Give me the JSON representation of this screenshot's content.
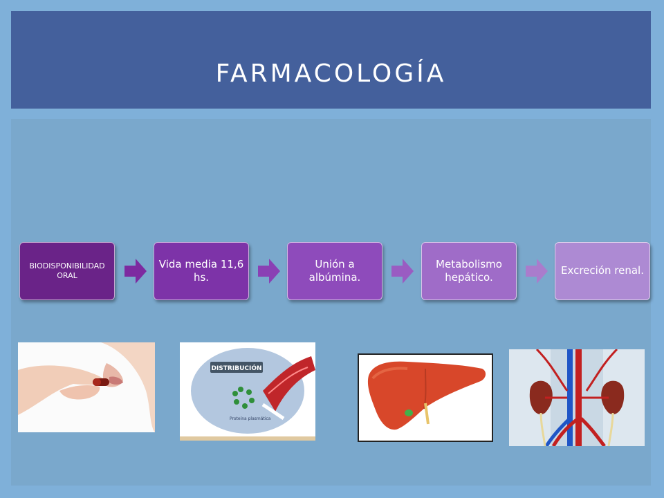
{
  "header": {
    "title": "FARMACOLOGÍA"
  },
  "flow": {
    "steps": [
      {
        "label": "BIODISPONIBILIDAD ORAL",
        "color": "#6a2388"
      },
      {
        "label": "Vida media 11,6 hs.",
        "color": "#7d33a8"
      },
      {
        "label": "Unión a albúmina.",
        "color": "#8e4bbb"
      },
      {
        "label": "Metabolismo hepático.",
        "color": "#9f6cc8"
      },
      {
        "label": "Excreción renal.",
        "color": "#ad8ad3"
      }
    ],
    "arrow_colors": [
      "#7d2aa0",
      "#8a40b4",
      "#9a5cc2",
      "#aa7ccc"
    ]
  },
  "images": {
    "distribucion_label": "DISTRIBUCIÓN",
    "proteina_label": "Proteína plasmática"
  }
}
